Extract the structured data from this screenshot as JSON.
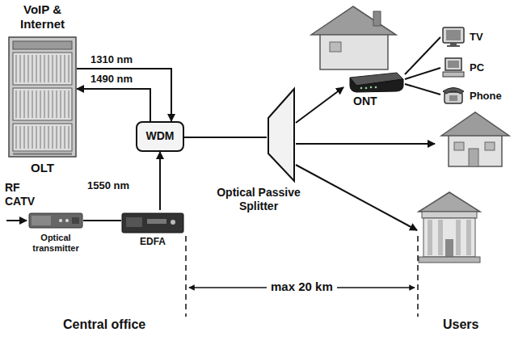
{
  "diagram": {
    "nodes": [
      {
        "text": [
          "VoIP & Internet",
          "OLT"
        ]
      },
      {
        "text": [
          "WDM"
        ]
      },
      {
        "text": [
          "Optical transmitter"
        ]
      },
      {
        "text": [
          "EDFA"
        ]
      },
      {
        "text": [
          "Optical Passive Splitter"
        ]
      },
      {
        "text": [
          "ONT"
        ]
      },
      {
        "text": [
          "TV"
        ]
      },
      {
        "text": [
          "PC"
        ]
      },
      {
        "text": [
          "Phone"
        ]
      }
    ],
    "edges": [
      {
        "from": 0,
        "to": 1,
        "label": "1310 nm",
        "arrow": "to"
      },
      {
        "from": 1,
        "to": 0,
        "label": "1490 nm",
        "arrow": "to"
      },
      {
        "from": 2,
        "to": 3,
        "arrow": "none"
      },
      {
        "from": 3,
        "to": 1,
        "label": "1550 nm",
        "arrow": "to"
      },
      {
        "from": 1,
        "to": 4,
        "arrow": "none"
      },
      {
        "from": 4,
        "to": 5,
        "arrow": "to"
      },
      {
        "from": 5,
        "to": 6,
        "arrow": "none"
      },
      {
        "from": 5,
        "to": 7,
        "arrow": "none"
      },
      {
        "from": 5,
        "to": 8,
        "arrow": "none"
      }
    ],
    "labels": [
      "RF CATV",
      "Central office",
      "max 20 km",
      "Users"
    ]
  }
}
